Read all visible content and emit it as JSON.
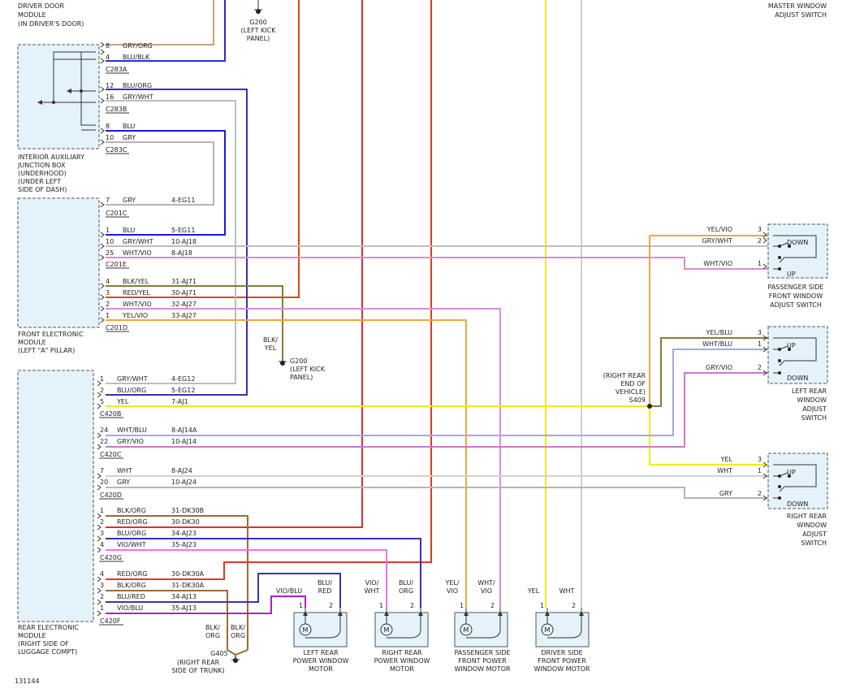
{
  "diagram_id": "131144",
  "colors": {
    "gry_org": "#c8a47a",
    "blu_blk": "#2b2bd6",
    "blu": "#1a1ae0",
    "gry": "#b5b5b5",
    "blu_org": "#3a2fb0",
    "gry_wht": "#bdbdbd",
    "wht_vio": "#e088e0",
    "blk_yel": "#8a7a3c",
    "red_yel": "#e04418",
    "yel_vio": "#f0a838",
    "yel": "#f2ec10",
    "wht_blu": "#a7a7dd",
    "gry_vio": "#cc77cc",
    "wht": "#d0d0d0",
    "red": "#e03030",
    "blk_org": "#9a6a3a",
    "red_org": "#e03a20",
    "vio_wht": "#f073f0",
    "blu_red": "#3636b8",
    "vio_blu": "#b020c0",
    "module_fill": "#e4f3fb",
    "module_border": "#555555"
  },
  "top_labels": {
    "driver_door": [
      "DRIVER DOOR",
      "MODULE",
      "(IN DRIVER'S DOOR)"
    ],
    "master": [
      "MASTER WINDOW",
      "ADJUST SWITCH"
    ],
    "g200_top": [
      "G200",
      "(LEFT KICK",
      "PANEL)"
    ]
  },
  "modules": {
    "ijb": [
      "INTERIOR AUXILIARY",
      "JUNCTION BOX",
      "(UNDERHOOD)",
      "(UNDER LEFT",
      "SIDE OF DASH)"
    ],
    "fem": [
      "FRONT ELECTRONIC",
      "MODULE",
      "(LEFT \"A\" PILLAR)"
    ],
    "rem": [
      "REAR ELECTRONIC",
      "MODULE",
      "(RIGHT SIDE OF",
      "LUGGAGE COMPT)"
    ]
  },
  "connectors": [
    {
      "name": "C283A",
      "pins": [
        {
          "pin": "8",
          "wire": "GRY/ORG",
          "circuit": ""
        },
        {
          "pin": "4",
          "wire": "BLU/BLK",
          "circuit": ""
        }
      ]
    },
    {
      "name": "C283B",
      "pins": [
        {
          "pin": "12",
          "wire": "BLU/ORG",
          "circuit": ""
        },
        {
          "pin": "16",
          "wire": "GRY/WHT",
          "circuit": ""
        }
      ]
    },
    {
      "name": "C283C",
      "pins": [
        {
          "pin": "8",
          "wire": "BLU",
          "circuit": ""
        },
        {
          "pin": "10",
          "wire": "GRY",
          "circuit": ""
        }
      ]
    },
    {
      "name": "C201C",
      "pins": [
        {
          "pin": "7",
          "wire": "GRY",
          "circuit": "4-EG11"
        }
      ]
    },
    {
      "name": "C201E",
      "pins": [
        {
          "pin": "1",
          "wire": "BLU",
          "circuit": "5-EG11"
        },
        {
          "pin": "10",
          "wire": "GRY/WHT",
          "circuit": "10-AJ18"
        },
        {
          "pin": "25",
          "wire": "WHT/VIO",
          "circuit": "8-AJ18"
        }
      ]
    },
    {
      "name": "C201D",
      "pins": [
        {
          "pin": "4",
          "wire": "BLK/YEL",
          "circuit": "31-AJ71"
        },
        {
          "pin": "3",
          "wire": "RED/YEL",
          "circuit": "30-AJ71"
        },
        {
          "pin": "2",
          "wire": "WHT/VIO",
          "circuit": "32-AJ27"
        },
        {
          "pin": "1",
          "wire": "YEL/VIO",
          "circuit": "33-AJ27"
        }
      ]
    },
    {
      "name": "C420B",
      "pins": [
        {
          "pin": "1",
          "wire": "GRY/WHT",
          "circuit": "4-EG12"
        },
        {
          "pin": "2",
          "wire": "BLU/ORG",
          "circuit": "5-EG12"
        },
        {
          "pin": "5",
          "wire": "YEL",
          "circuit": "7-AJ1"
        }
      ]
    },
    {
      "name": "C420C",
      "pins": [
        {
          "pin": "24",
          "wire": "WHT/BLU",
          "circuit": "8-AJ14A"
        },
        {
          "pin": "22",
          "wire": "GRY/VIO",
          "circuit": "10-AJ14"
        }
      ]
    },
    {
      "name": "C420D",
      "pins": [
        {
          "pin": "7",
          "wire": "WHT",
          "circuit": "8-AJ24"
        },
        {
          "pin": "20",
          "wire": "GRY",
          "circuit": "10-AJ24"
        }
      ]
    },
    {
      "name": "C420G",
      "pins": [
        {
          "pin": "1",
          "wire": "BLK/ORG",
          "circuit": "31-DK30B"
        },
        {
          "pin": "2",
          "wire": "RED/ORG",
          "circuit": "30-DK30"
        },
        {
          "pin": "3",
          "wire": "BLU/ORG",
          "circuit": "34-AJ23"
        },
        {
          "pin": "4",
          "wire": "VIO/WHT",
          "circuit": "35-AJ23"
        }
      ]
    },
    {
      "name": "C420F",
      "pins": [
        {
          "pin": "4",
          "wire": "RED/ORG",
          "circuit": "30-DK30A"
        },
        {
          "pin": "3",
          "wire": "BLK/ORG",
          "circuit": "31-DK30A"
        },
        {
          "pin": "2",
          "wire": "BLU/RED",
          "circuit": "34-AJ13"
        },
        {
          "pin": "1",
          "wire": "VIO/BLU",
          "circuit": "35-AJ13"
        }
      ]
    }
  ],
  "grounds": {
    "g200_mid": {
      "wire": [
        "BLK/",
        "YEL"
      ],
      "label": [
        "G200",
        "(LEFT KICK",
        "PANEL)"
      ]
    },
    "g405": {
      "wire_left": [
        "BLK/",
        "ORG"
      ],
      "wire_right": [
        "BLK/",
        "ORG"
      ],
      "label": [
        "G405",
        "(RIGHT REAR",
        "SIDE OF TRUNK)"
      ]
    }
  },
  "splice": {
    "label": [
      "(RIGHT REAR",
      "END OF",
      "VEHICLE)",
      "S409"
    ]
  },
  "switches": [
    {
      "name": [
        "PASSENGER SIDE",
        "FRONT WINDOW",
        "ADJUST SWITCH"
      ],
      "top": "DOWN",
      "bottom": "UP",
      "pins": [
        {
          "pin": "3",
          "wire": "YEL/VIO"
        },
        {
          "pin": "2",
          "wire": "GRY/WHT"
        },
        {
          "pin": "1",
          "wire": "WHT/VIO"
        }
      ]
    },
    {
      "name": [
        "LEFT REAR",
        "WINDOW",
        "ADJUST",
        "SWITCH"
      ],
      "top": "UP",
      "bottom": "DOWN",
      "pins": [
        {
          "pin": "3",
          "wire": "YEL/BLU"
        },
        {
          "pin": "1",
          "wire": "WHT/BLU"
        },
        {
          "pin": "2",
          "wire": "GRY/VIO"
        }
      ]
    },
    {
      "name": [
        "RIGHT REAR",
        "WINDOW",
        "ADJUST",
        "SWITCH"
      ],
      "top": "UP",
      "bottom": "DOWN",
      "pins": [
        {
          "pin": "3",
          "wire": "YEL"
        },
        {
          "pin": "1",
          "wire": "WHT"
        },
        {
          "pin": "2",
          "wire": "GRY"
        }
      ]
    }
  ],
  "motors": [
    {
      "name": [
        "LEFT REAR",
        "POWER WINDOW",
        "MOTOR"
      ],
      "pin1": "1",
      "pin2": "2",
      "wire1": [
        "VIO/BLU"
      ],
      "wire2": [
        "BLU/",
        "RED"
      ]
    },
    {
      "name": [
        "RIGHT REAR",
        "POWER WINDOW",
        "MOTOR"
      ],
      "pin1": "1",
      "pin2": "2",
      "wire1": [
        "VIO/",
        "WHT"
      ],
      "wire2": [
        "BLU/",
        "ORG"
      ]
    },
    {
      "name": [
        "PASSENGER SIDE",
        "FRONT POWER",
        "WINDOW MOTOR"
      ],
      "pin1": "1",
      "pin2": "2",
      "wire1": [
        "YEL/",
        "VIO"
      ],
      "wire2": [
        "WHT/",
        "VIO"
      ]
    },
    {
      "name": [
        "DRIVER SIDE",
        "FRONT POWER",
        "WINDOW MOTOR"
      ],
      "pin1": "1",
      "pin2": "2",
      "wire1": [
        "YEL"
      ],
      "wire2": [
        "WHT"
      ]
    }
  ]
}
